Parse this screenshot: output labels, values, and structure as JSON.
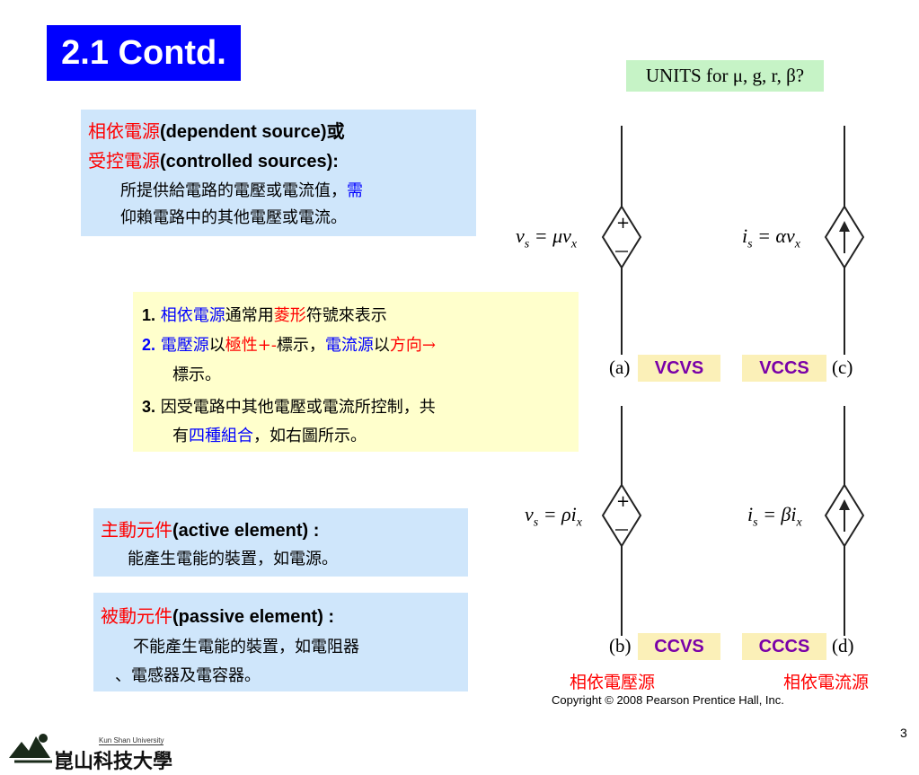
{
  "title": "2.1 Contd.",
  "units_note": "UNITS for μ, g, r, β?",
  "dependent_box": {
    "l1_red": "相依電源",
    "l1_en": "(dependent source)",
    "l1_tail": "或",
    "l2_red": "受控電源",
    "l2_en": "(controlled sources):",
    "l3": "所提供給電路的電壓或電流值，",
    "l3_blue": "需",
    "l4": "仰賴電路中的其他電壓或電流。"
  },
  "notes_box": {
    "n1_num": "1.",
    "n1_blue": "相依電源",
    "n1_a": "通常用",
    "n1_red": "菱形",
    "n1_b": "符號來表示",
    "n2_num": "2.",
    "n2_blue1": "電壓源",
    "n2_a": "以",
    "n2_red1": "極性+-",
    "n2_b": "標示，",
    "n2_blue2": "電流源",
    "n2_c": "以",
    "n2_red2": "方向→",
    "n2_cont": "標示。",
    "n3_num": "3.",
    "n3_a": "因受電路中其他電壓或電流所控制，共",
    "n3_b": "有",
    "n3_blue": "四種組合",
    "n3_c": "，如右圖所示。"
  },
  "active_box": {
    "red": "主動元件",
    "en": "(active element) :",
    "desc": "能產生電能的裝置，如電源。"
  },
  "passive_box": {
    "red": "被動元件",
    "en": "(passive element) :",
    "desc1": "不能產生電能的裝置，如電阻器",
    "desc2": "、電感器及電容器。"
  },
  "circuits": {
    "a": {
      "label": "(a)",
      "tag": "VCVS",
      "eq_lhs": "v",
      "eq_lhs_sub": "s",
      "eq_rhs": "= μv",
      "eq_rhs_sub": "x"
    },
    "b": {
      "label": "(b)",
      "tag": "CCVS",
      "eq_lhs": "v",
      "eq_lhs_sub": "s",
      "eq_rhs": "= ρi",
      "eq_rhs_sub": "x"
    },
    "c": {
      "label": "(c)",
      "tag": "VCCS",
      "eq_lhs": "i",
      "eq_lhs_sub": "s",
      "eq_rhs": "= αv",
      "eq_rhs_sub": "x"
    },
    "d": {
      "label": "(d)",
      "tag": "CCCS",
      "eq_lhs": "i",
      "eq_lhs_sub": "s",
      "eq_rhs": "= βi",
      "eq_rhs_sub": "x"
    }
  },
  "voltage_source_label": "相依電壓源",
  "current_source_label": "相依電流源",
  "copyright": "Copyright © 2008 Pearson Prentice Hall, Inc.",
  "page_number": "3",
  "logo": {
    "en": "Kun Shan University",
    "zh": "崑山科技大學"
  }
}
